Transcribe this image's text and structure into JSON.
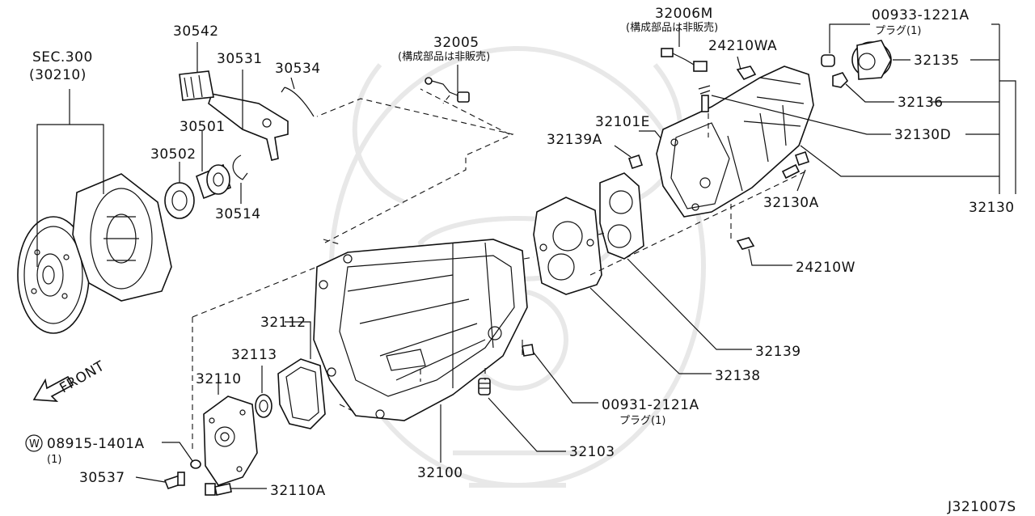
{
  "labels": {
    "sec300": "SEC.300",
    "sec300_ref": "(30210)",
    "p30542": "30542",
    "p30531": "30531",
    "p30534": "30534",
    "p30501": "30501",
    "p30502": "30502",
    "p30514": "30514",
    "p32005": "32005",
    "p32005_note": "(構成部品は非販売)",
    "p32006M": "32006M",
    "p32006M_note": "(構成部品は非販売)",
    "p24210WA": "24210WA",
    "p00933": "00933-1221A",
    "p00933_note": "プラグ(1)",
    "p32135": "32135",
    "p32136": "32136",
    "p32130D": "32130D",
    "p32101E": "32101E",
    "p32139A": "32139A",
    "p32130A": "32130A",
    "p32130": "32130",
    "p24210W": "24210W",
    "p32139": "32139",
    "p32138": "32138",
    "p00931": "00931-2121A",
    "p00931_note": "プラグ(1)",
    "p32103": "32103",
    "p32100": "32100",
    "p32112": "32112",
    "p32113": "32113",
    "p32110": "32110",
    "front": "FRONT",
    "washer_symbol": "W",
    "p08915": "08915-1401A",
    "p08915_qty": "(1)",
    "p30537": "30537",
    "p32110A": "32110A",
    "diagram_code": "J321007S"
  }
}
